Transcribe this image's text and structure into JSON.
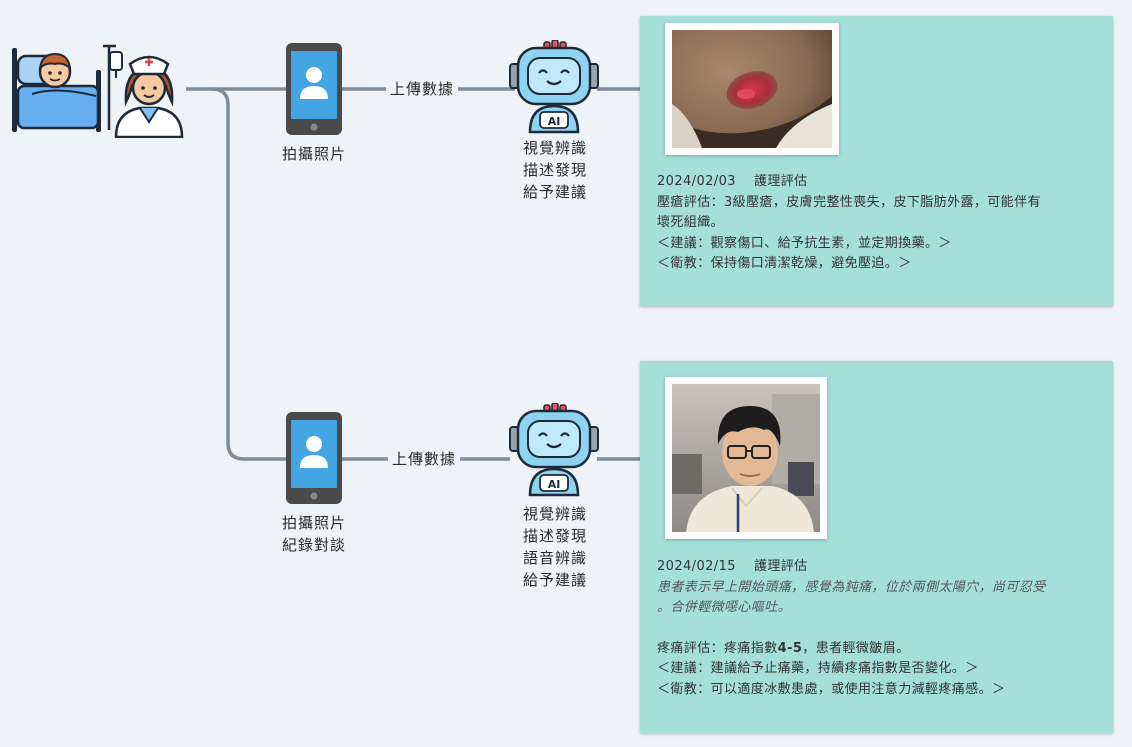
{
  "flow1": {
    "phone_caption": [
      "拍攝照片"
    ],
    "upload_label": "上傳數據",
    "ai_caption": [
      "視覺辨識",
      "描述發現",
      "給予建議"
    ],
    "note": {
      "date": "2024/02/03",
      "type": "護理評估",
      "lines": [
        "壓瘡評估：3級壓瘡，皮膚完整性喪失，皮下脂肪外露，可能伴有",
        "壞死組織。",
        "＜建議：觀察傷口、給予抗生素，並定期換藥。＞",
        "＜衛教：保持傷口清潔乾燥，避免壓迫。＞"
      ]
    }
  },
  "flow2": {
    "phone_caption": [
      "拍攝照片",
      "紀錄對談"
    ],
    "upload_label": "上傳數據",
    "ai_caption": [
      "視覺辨識",
      "描述發現",
      "語音辨識",
      "給予建議"
    ],
    "note": {
      "date": "2024/02/15",
      "type": "護理評估",
      "transcript": [
        "患者表示早上開始頭痛，感覺為鈍痛，位於兩側太陽穴，尚可忍受",
        "。合併輕微噁心嘔吐。"
      ],
      "pain_prefix": "疼痛評估：疼痛指數",
      "pain_score": "4-5",
      "pain_suffix": "，患者輕微皺眉。",
      "advice": "＜建議：建議給予止痛藥，持續疼痛指數是否變化。＞",
      "education": "＜衛教：可以適度冰敷患處，或使用注意力減輕疼痛感。＞"
    }
  },
  "robot_badge": "AI",
  "colors": {
    "connector": "#7f8c99",
    "panel": "#a4dfda",
    "phone_body": "#4a4a4a",
    "phone_screen": "#43a5e3",
    "robot_face": "#8ed3f0"
  }
}
